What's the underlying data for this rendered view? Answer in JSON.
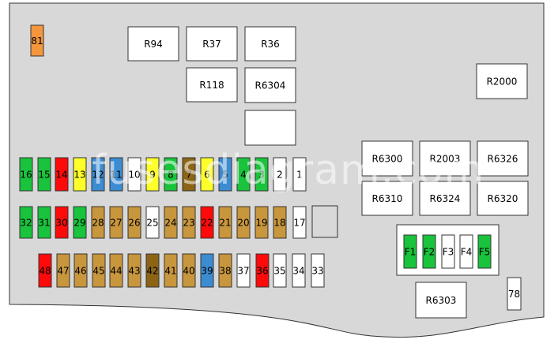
{
  "colors": {
    "panel": "#d8d8d8",
    "green": "#19c33c",
    "red": "#ff0a0a",
    "yellow": "#ffff2a",
    "blue": "#3c8cd2",
    "olive": "#8c6414",
    "tan": "#c8963c",
    "white": "#ffffff",
    "orange": "#f5963c"
  },
  "watermark": "fusesdiagram.com",
  "relays": [
    {
      "id": "R94"
    },
    {
      "id": "R37"
    },
    {
      "id": "R36"
    },
    {
      "id": "R118"
    },
    {
      "id": "R6304"
    },
    {
      "id": ""
    },
    {
      "id": "R2000"
    },
    {
      "id": "R6300"
    },
    {
      "id": "R2003"
    },
    {
      "id": "R6326"
    },
    {
      "id": "R6310"
    },
    {
      "id": "R6324"
    },
    {
      "id": "R6320"
    },
    {
      "id": "R6303"
    },
    {
      "id": ""
    }
  ],
  "fuses": {
    "row1": [
      {
        "n": "16",
        "c": "green"
      },
      {
        "n": "15",
        "c": "green"
      },
      {
        "n": "14",
        "c": "red"
      },
      {
        "n": "13",
        "c": "yellow"
      },
      {
        "n": "12",
        "c": "blue"
      },
      {
        "n": "11",
        "c": "blue"
      },
      {
        "n": "10",
        "c": "white"
      },
      {
        "n": "9",
        "c": "yellow"
      },
      {
        "n": "8",
        "c": "green"
      },
      {
        "n": "7",
        "c": "olive"
      },
      {
        "n": "6",
        "c": "yellow"
      },
      {
        "n": "5",
        "c": "blue"
      },
      {
        "n": "4",
        "c": "green"
      },
      {
        "n": "3",
        "c": "green"
      },
      {
        "n": "2",
        "c": "white"
      },
      {
        "n": "1",
        "c": "white"
      }
    ],
    "row2": [
      {
        "n": "32",
        "c": "green"
      },
      {
        "n": "31",
        "c": "green"
      },
      {
        "n": "30",
        "c": "red"
      },
      {
        "n": "29",
        "c": "green"
      },
      {
        "n": "28",
        "c": "tan"
      },
      {
        "n": "27",
        "c": "tan"
      },
      {
        "n": "26",
        "c": "tan"
      },
      {
        "n": "25",
        "c": "white"
      },
      {
        "n": "24",
        "c": "tan"
      },
      {
        "n": "23",
        "c": "tan"
      },
      {
        "n": "22",
        "c": "red"
      },
      {
        "n": "21",
        "c": "tan"
      },
      {
        "n": "20",
        "c": "tan"
      },
      {
        "n": "19",
        "c": "tan"
      },
      {
        "n": "18",
        "c": "tan"
      },
      {
        "n": "17",
        "c": "white"
      }
    ],
    "row3": [
      {
        "n": "48",
        "c": "red"
      },
      {
        "n": "47",
        "c": "tan"
      },
      {
        "n": "46",
        "c": "tan"
      },
      {
        "n": "45",
        "c": "tan"
      },
      {
        "n": "44",
        "c": "tan"
      },
      {
        "n": "43",
        "c": "tan"
      },
      {
        "n": "42",
        "c": "olive"
      },
      {
        "n": "41",
        "c": "tan"
      },
      {
        "n": "40",
        "c": "tan"
      },
      {
        "n": "39",
        "c": "blue"
      },
      {
        "n": "38",
        "c": "tan"
      },
      {
        "n": "37",
        "c": "white"
      },
      {
        "n": "36",
        "c": "red"
      },
      {
        "n": "35",
        "c": "white"
      },
      {
        "n": "34",
        "c": "white"
      },
      {
        "n": "33",
        "c": "white"
      }
    ],
    "small": [
      {
        "n": "F1",
        "c": "green"
      },
      {
        "n": "F2",
        "c": "green"
      },
      {
        "n": "F3",
        "c": "white"
      },
      {
        "n": "F4",
        "c": "white"
      },
      {
        "n": "F5",
        "c": "green"
      }
    ],
    "single": [
      {
        "n": "81",
        "c": "orange"
      },
      {
        "n": "78",
        "c": "white"
      }
    ]
  }
}
